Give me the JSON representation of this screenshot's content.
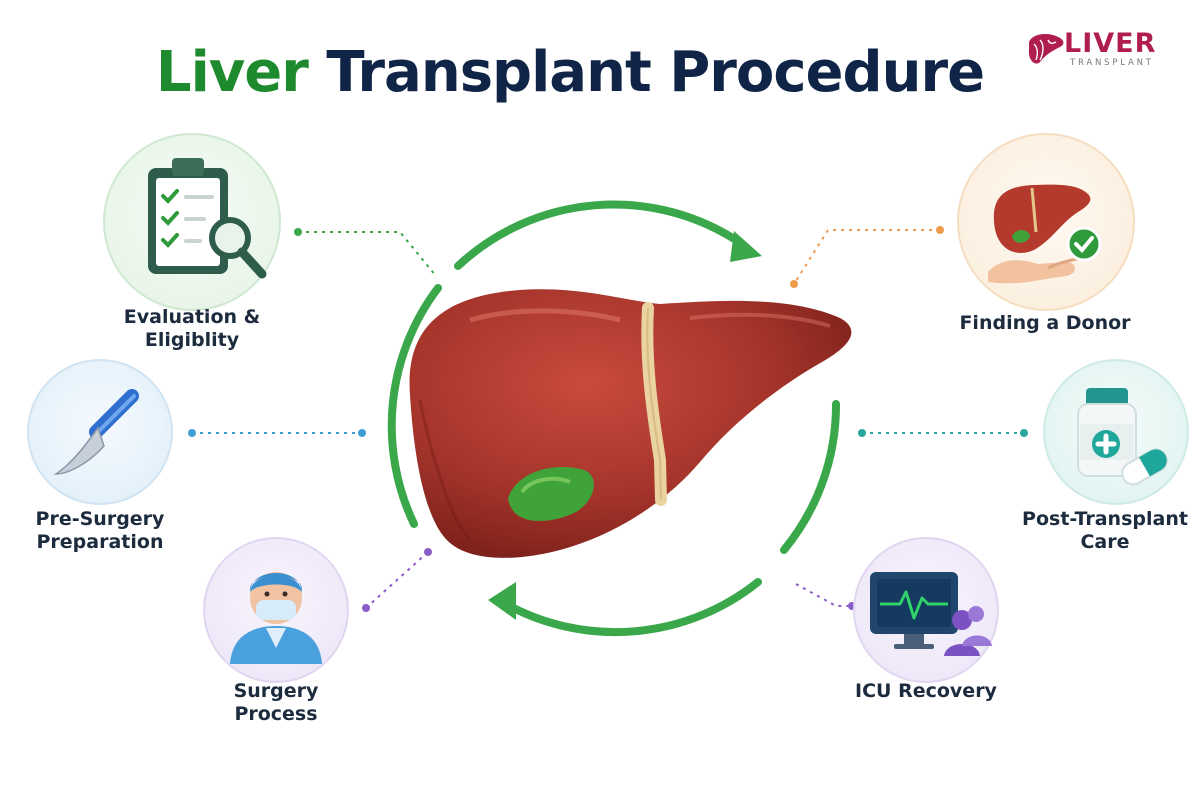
{
  "title": {
    "word1": "Liver",
    "word2": "Transplant Procedure"
  },
  "logo": {
    "word": "LIVER",
    "sub": "TRANSPLANT",
    "color": "#b01e4e"
  },
  "colors": {
    "title_green": "#1e8a2e",
    "title_navy": "#102447",
    "cycle_green": "#3aa84a",
    "liver": "#a5342b"
  },
  "steps": [
    {
      "label_line1": "Evaluation &",
      "label_line2": "Eligiblity",
      "icon": "clipboard-magnifier-icon"
    },
    {
      "label_line1": "Pre-Surgery",
      "label_line2": "Preparation",
      "icon": "scalpel-icon"
    },
    {
      "label_line1": "Surgery",
      "label_line2": "Process",
      "icon": "surgeon-icon"
    },
    {
      "label_line1": "Finding a Donor",
      "label_line2": "",
      "icon": "donor-liver-hand-icon"
    },
    {
      "label_line1": "Post-Transplant",
      "label_line2": "Care",
      "icon": "medicine-bottle-icon"
    },
    {
      "label_line1": "ICU Recovery",
      "label_line2": "",
      "icon": "icu-monitor-icon"
    }
  ]
}
